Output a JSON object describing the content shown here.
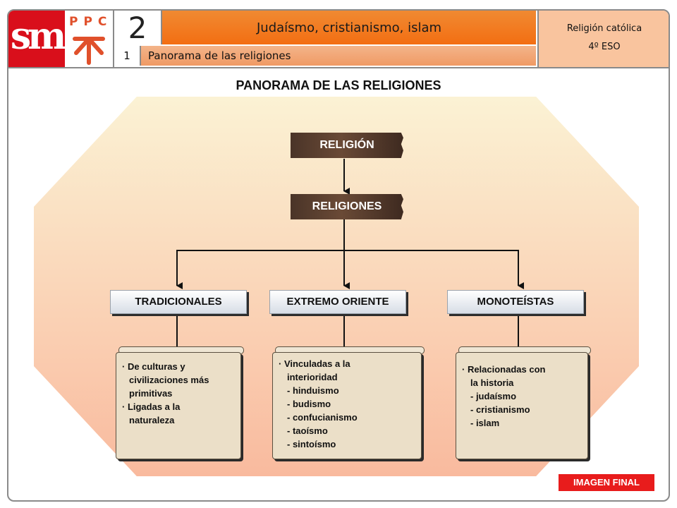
{
  "header": {
    "logo_text": "sm",
    "ppc_text": "PPC",
    "unit_number": "2",
    "unit_title": "Judaísmo, cristianismo, islam",
    "section_number": "1",
    "section_title": "Panorama de las religiones",
    "subject": "Religión católica",
    "grade": "4º ESO"
  },
  "page_title": "PANORAMA DE LAS RELIGIONES",
  "diagram": {
    "root": "RELIGIÓN",
    "level2": "RELIGIONES",
    "branches": [
      {
        "label": "TRADICIONALES",
        "lines": [
          "· De culturas y",
          "  civilizaciones más",
          "  primitivas",
          "· Ligadas a la",
          "  naturaleza"
        ]
      },
      {
        "label": "EXTREMO ORIENTE",
        "lines": [
          "· Vinculadas a la",
          "  interioridad",
          "  - hinduismo",
          "  - budismo",
          "  - confucianismo",
          "  - taoísmo",
          "  - sintoísmo"
        ]
      },
      {
        "label": "MONOTEÍSTAS",
        "lines": [
          "· Relacionadas con",
          "  la historia",
          "  - judaísmo",
          "  - cristianismo",
          "  - islam"
        ]
      }
    ]
  },
  "footer": {
    "final_button": "IMAGEN FINAL"
  },
  "colors": {
    "header_orange": "#f36e12",
    "logo_red": "#d90f1b",
    "final_red": "#e81c1c"
  }
}
